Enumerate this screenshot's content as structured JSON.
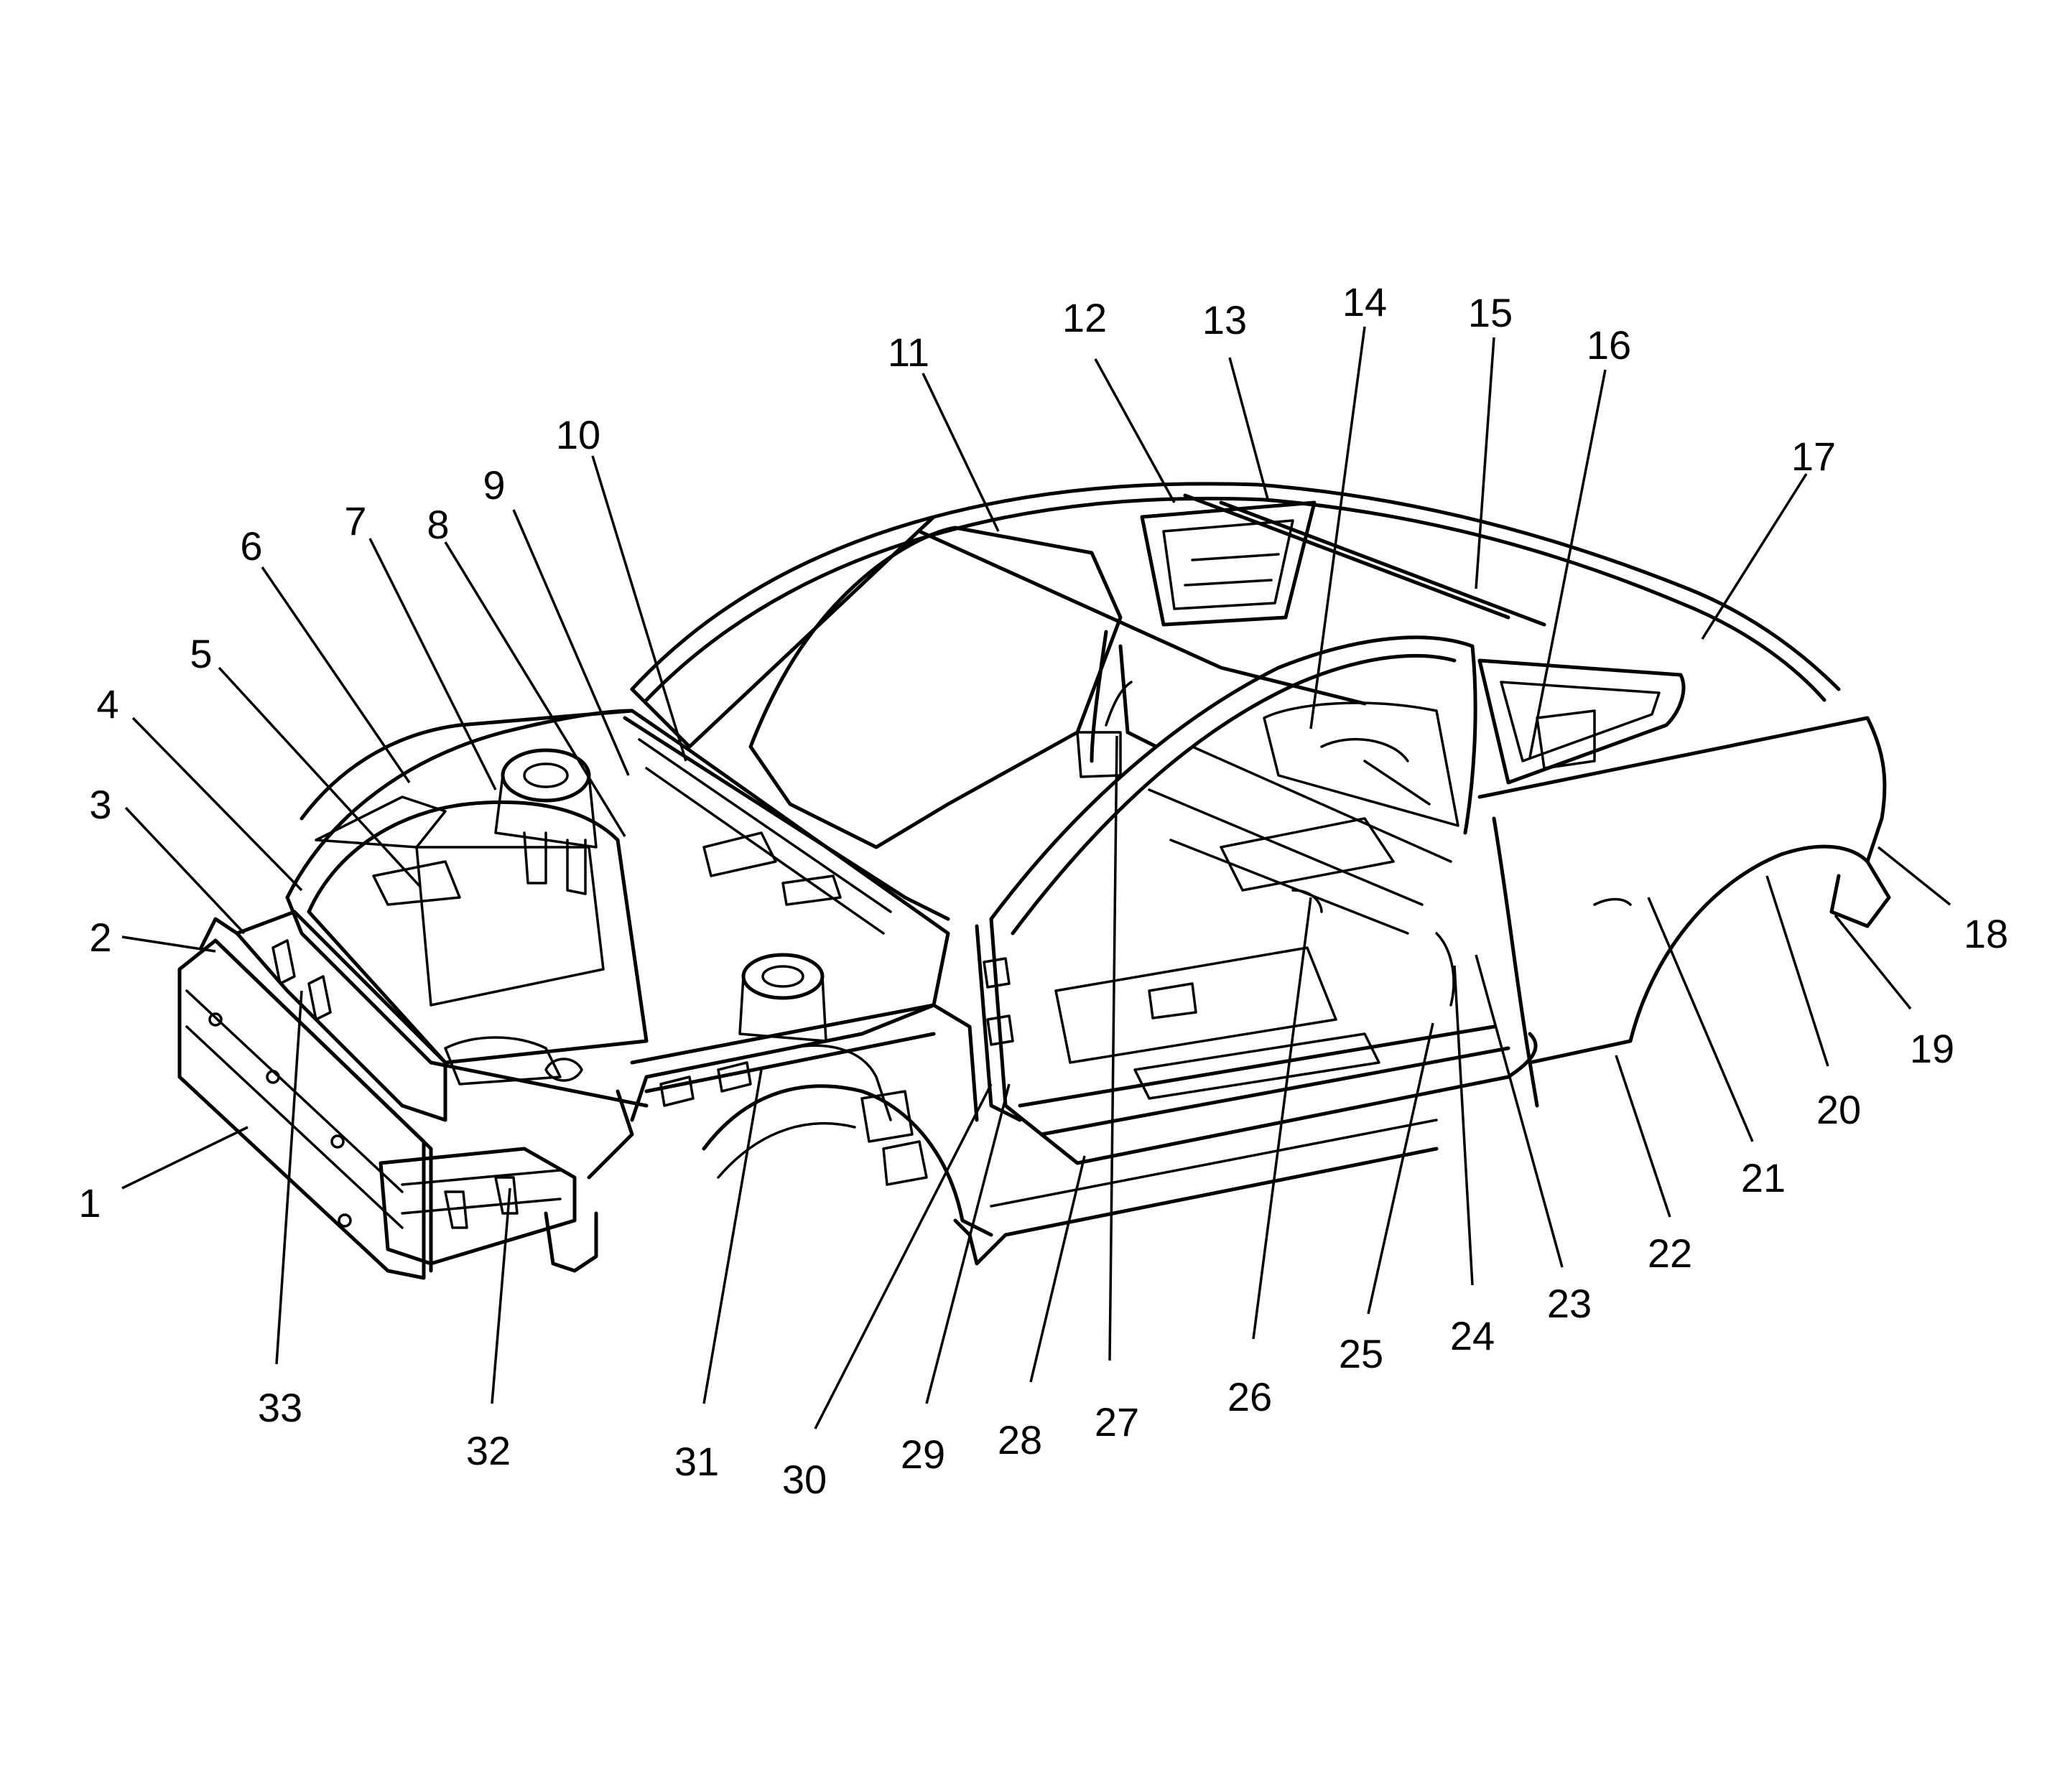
{
  "callouts": [
    {
      "num": "1"
    },
    {
      "num": "2"
    },
    {
      "num": "3"
    },
    {
      "num": "4"
    },
    {
      "num": "5"
    },
    {
      "num": "6"
    },
    {
      "num": "7"
    },
    {
      "num": "8"
    },
    {
      "num": "9"
    },
    {
      "num": "10"
    },
    {
      "num": "11"
    },
    {
      "num": "12"
    },
    {
      "num": "13"
    },
    {
      "num": "14"
    },
    {
      "num": "15"
    },
    {
      "num": "16"
    },
    {
      "num": "17"
    },
    {
      "num": "18"
    },
    {
      "num": "19"
    },
    {
      "num": "20"
    },
    {
      "num": "21"
    },
    {
      "num": "22"
    },
    {
      "num": "23"
    },
    {
      "num": "24"
    },
    {
      "num": "25"
    },
    {
      "num": "26"
    },
    {
      "num": "27"
    },
    {
      "num": "28"
    },
    {
      "num": "29"
    },
    {
      "num": "30"
    },
    {
      "num": "31"
    },
    {
      "num": "32"
    },
    {
      "num": "33"
    }
  ],
  "colors": {
    "ink": "#000000",
    "paper": "#ffffff"
  }
}
